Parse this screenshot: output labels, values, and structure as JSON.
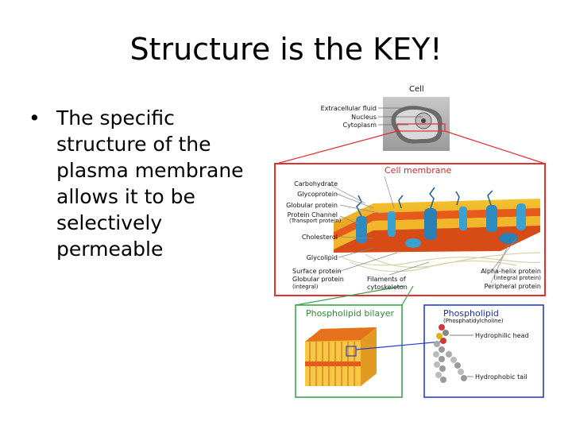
{
  "slide": {
    "title": "Structure is the KEY!",
    "bullet": "The specific structure of the plasma membrane allows it to be selectively permeable"
  },
  "figure": {
    "cell_label": "Cell",
    "cell_labels": [
      "Extracellular fluid",
      "Nucleus",
      "Cytoplasm"
    ],
    "membrane_title": "Cell membrane",
    "left_labels": [
      "Carbohydrate",
      "Glycoprotein",
      "Globular protein",
      "Protein Channel",
      "(Transport protein)",
      "Cholesterol",
      "Glycolipid",
      "Surface protein",
      "Globular protein",
      "(integral)"
    ],
    "bottom_label_1": "Filaments of",
    "bottom_label_2": "cytoskeleton",
    "right_label_1": "Alpha-helix protein",
    "right_label_2": "(integral protein)",
    "right_label_3": "Peripheral protein",
    "bilayer_title": "Phospholipid bilayer",
    "phospholipid_title": "Phospholipid",
    "phospholipid_sub": "(Phosphatidylcholine)",
    "head_label": "Hydrophilic head",
    "tail_label": "Hydrophobic tail"
  }
}
